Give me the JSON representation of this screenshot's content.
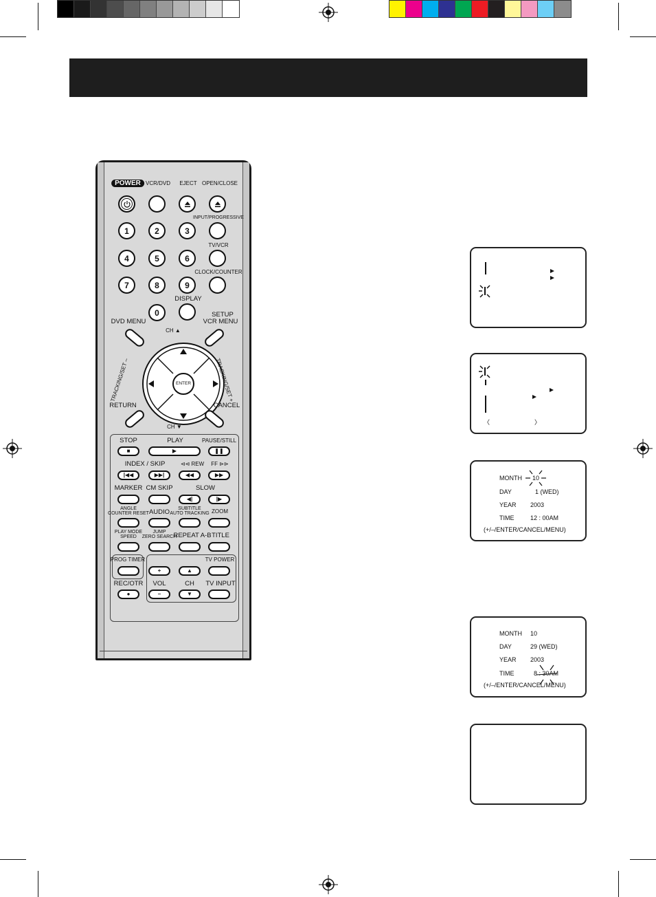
{
  "print_marks": {
    "gray_swatches": [
      "#000000",
      "#1a1a1a",
      "#333333",
      "#4d4d4d",
      "#666666",
      "#808080",
      "#999999",
      "#b3b3b3",
      "#cccccc",
      "#e6e6e6",
      "#ffffff"
    ],
    "color_swatches": [
      "#fff200",
      "#ec008c",
      "#00aeef",
      "#2e3192",
      "#00a651",
      "#ed1c24",
      "#231f20",
      "#fff799",
      "#f49ac1",
      "#6dcff6",
      "#8c8c8c"
    ]
  },
  "remote": {
    "power": "POWER",
    "vcr_dvd": "VCR/DVD",
    "eject": "EJECT",
    "open_close": "OPEN/CLOSE",
    "input_progressive": "INPUT/PROGRESSIVE",
    "tv_vcr": "TV/VCR",
    "clock_counter": "CLOCK/COUNTER",
    "display": "DISPLAY",
    "digits": [
      "1",
      "2",
      "3",
      "4",
      "5",
      "6",
      "7",
      "8",
      "9",
      "0"
    ],
    "dvd_menu": "DVD MENU",
    "setup": "SETUP",
    "vcr_menu": "VCR MENU",
    "ch_up": "CH ▲",
    "ch_down": "CH ▼",
    "tracking_minus": "TRACKING/SET –",
    "tracking_plus": "TRACKING/SET +",
    "enter": "ENTER",
    "return": "RETURN",
    "cancel": "CANCEL",
    "stop": "STOP",
    "play": "PLAY",
    "pause_still": "PAUSE/STILL",
    "index_skip": "INDEX / SKIP",
    "rew": "REW",
    "ff": "FF",
    "marker": "MARKER",
    "cm_skip": "CM SKIP",
    "slow": "SLOW",
    "angle": "ANGLE",
    "counter_reset": "COUNTER RESET",
    "audio": "AUDIO",
    "subtitle": "SUBTITLE",
    "auto_tracking": "AUTO TRACKING",
    "zoom": "ZOOM",
    "play_mode": "PLAY MODE",
    "speed": "SPEED",
    "jump": "JUMP",
    "zero_search": "ZERO SEARCH",
    "repeat_ab": "REPEAT A-B",
    "title": "TITLE",
    "prog_timer": "PROG TIMER",
    "tv_power": "TV POWER",
    "rec_otr": "REC/OTR",
    "vol": "VOL",
    "ch": "CH",
    "tv_input": "TV INPUT",
    "plus": "+",
    "minus": "–"
  },
  "screens": [
    {
      "id": "screen-1"
    },
    {
      "id": "screen-2",
      "bracket_left": "〈",
      "bracket_right": "〉"
    },
    {
      "id": "screen-3",
      "rows": [
        {
          "label": "MONTH",
          "value": "10"
        },
        {
          "label": "DAY",
          "value": "1 (WED)"
        },
        {
          "label": "YEAR",
          "value": "2003"
        },
        {
          "label": "TIME",
          "value": "12 : 00AM"
        }
      ],
      "footer": "(+/–/ENTER/CANCEL/MENU)"
    },
    {
      "id": "screen-4",
      "rows": [
        {
          "label": "MONTH",
          "value": "10"
        },
        {
          "label": "DAY",
          "value": "29 (WED)"
        },
        {
          "label": "YEAR",
          "value": "2003"
        },
        {
          "label": "TIME",
          "value": "8 : 30AM"
        }
      ],
      "footer": "(+/–/ENTER/CANCEL/MENU)"
    },
    {
      "id": "screen-5"
    }
  ]
}
